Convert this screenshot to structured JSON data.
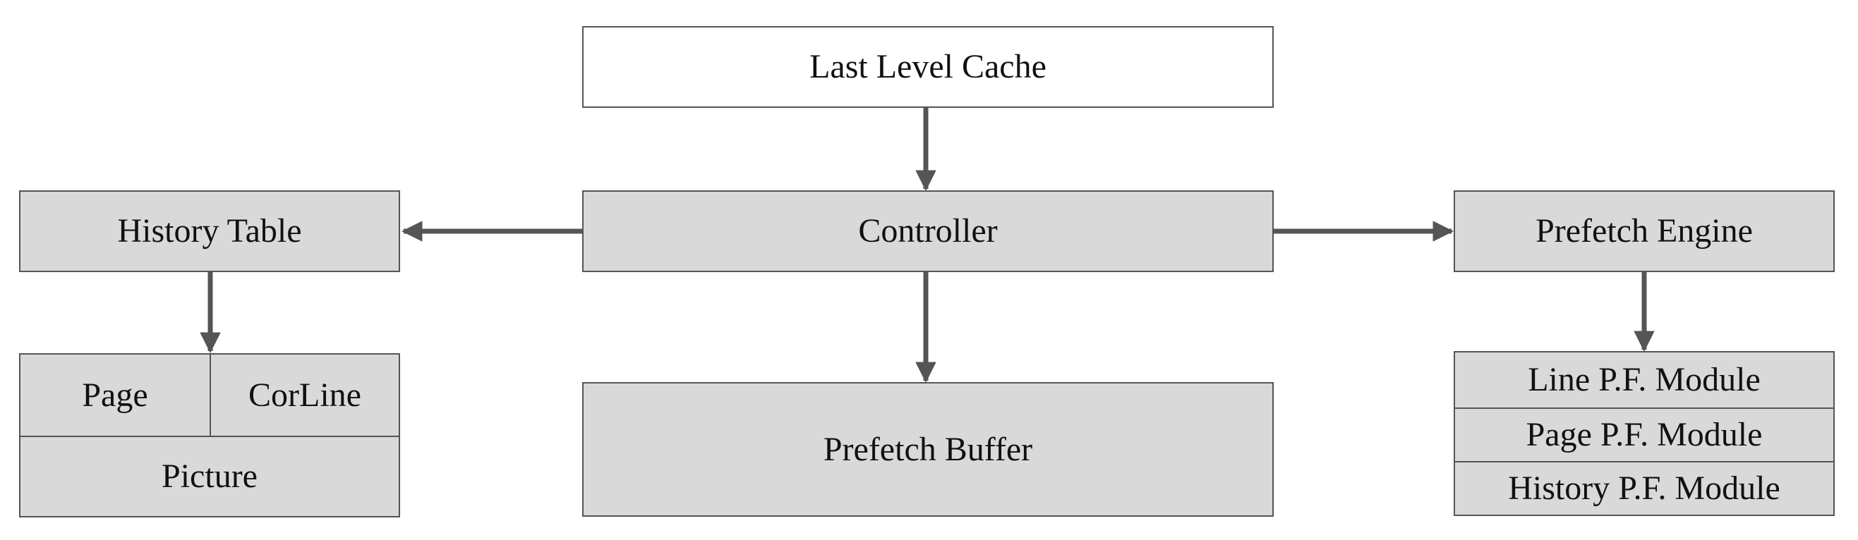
{
  "diagram": {
    "last_level_cache": "Last Level Cache",
    "controller": "Controller",
    "history_table": "History Table",
    "prefetch_engine": "Prefetch Engine",
    "prefetch_buffer": "Prefetch Buffer",
    "history_table_fields": {
      "page": "Page",
      "corline": "CorLine",
      "picture": "Picture"
    },
    "prefetch_modules": [
      "Line P.F. Module",
      "Page P.F. Module",
      "History P.F. Module"
    ],
    "colors": {
      "box_fill": "#d9d9d9",
      "box_border": "#555555",
      "arrow": "#555555",
      "text": "#111111"
    }
  }
}
